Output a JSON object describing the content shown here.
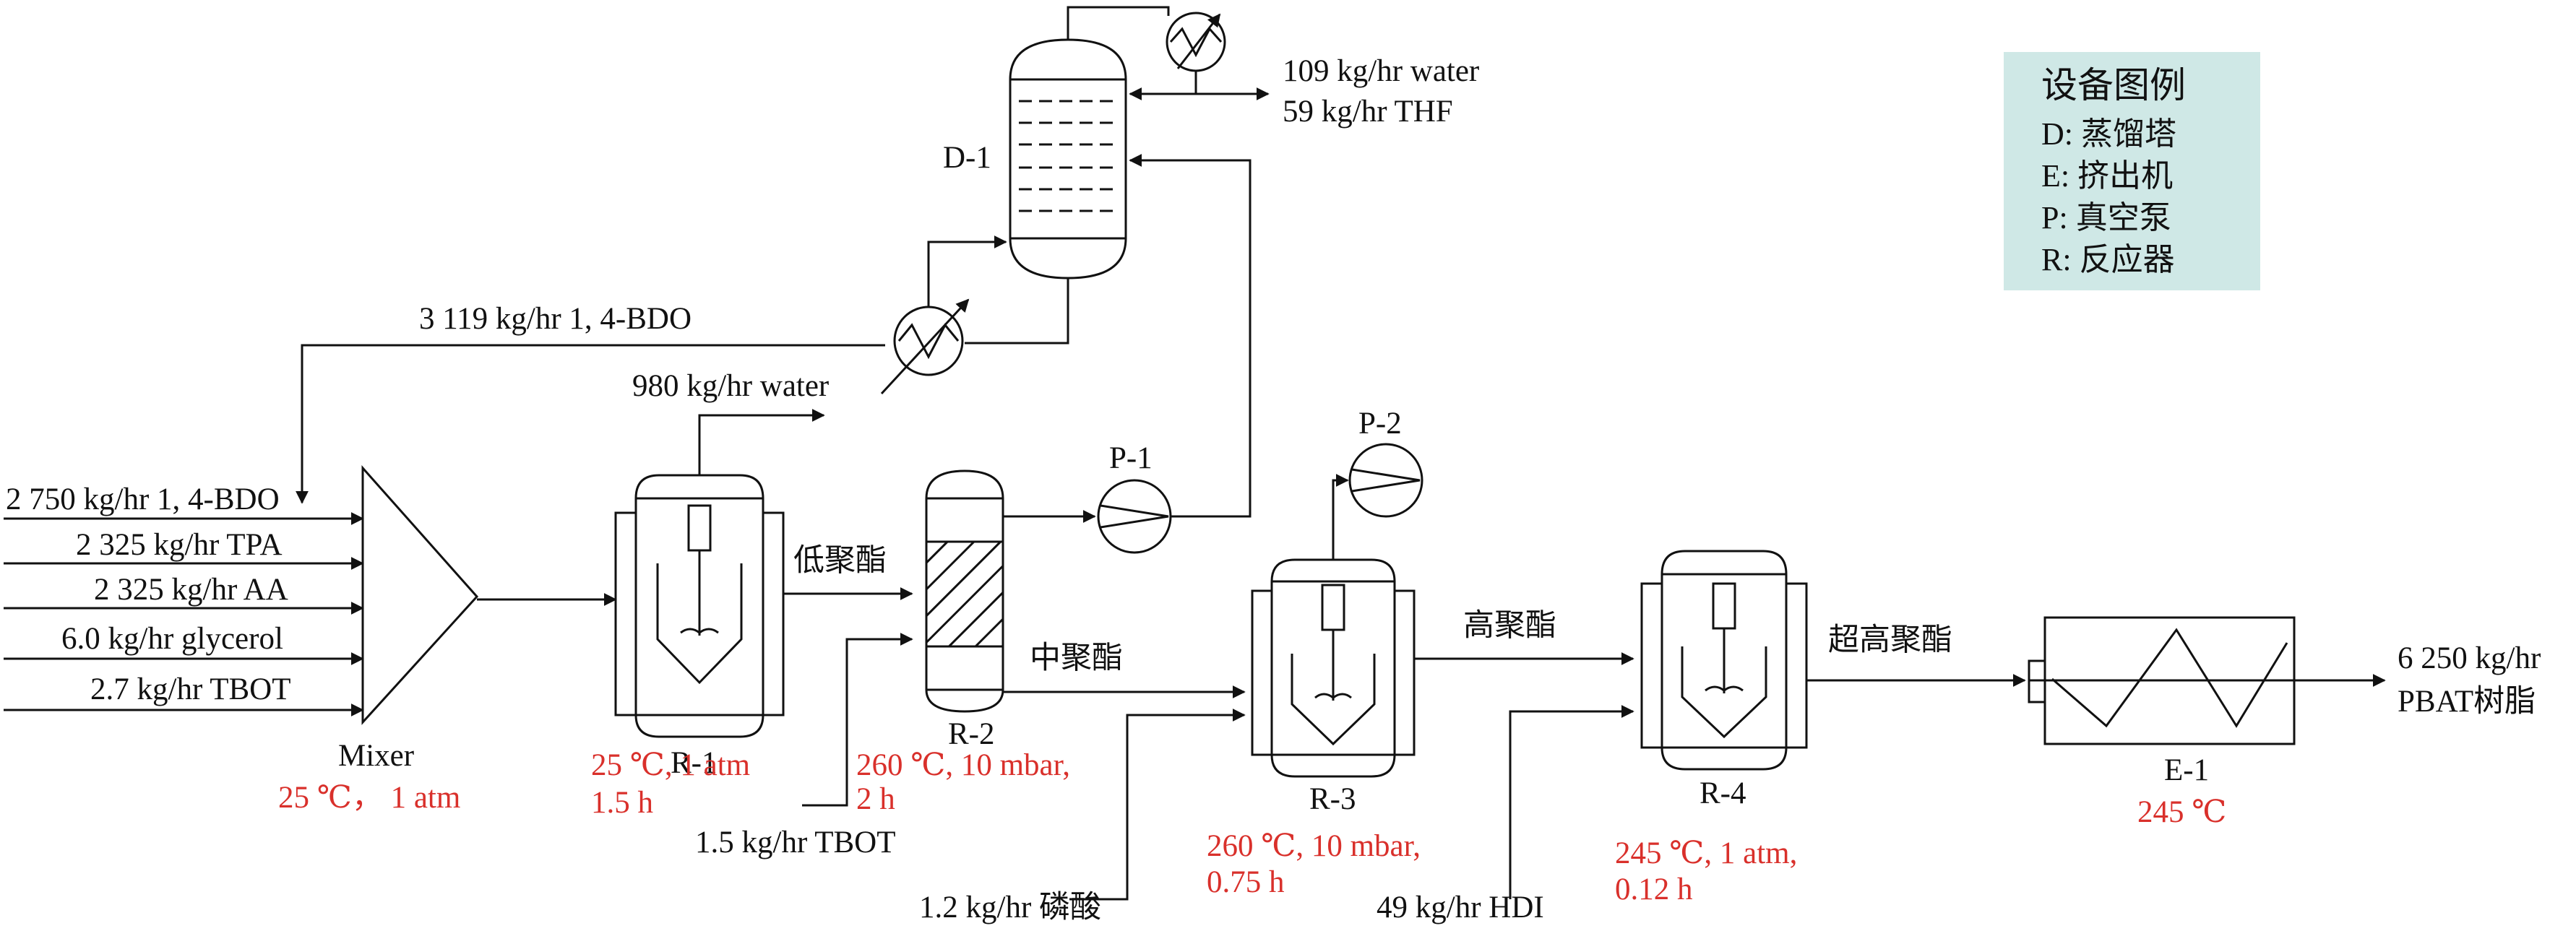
{
  "feeds": {
    "bdo": "2 750 kg/hr 1, 4-BDO",
    "tpa": "2 325 kg/hr TPA",
    "aa": "2 325 kg/hr AA",
    "glycerol": "6.0 kg/hr glycerol",
    "tbot": "2.7 kg/hr TBOT"
  },
  "mixer": {
    "name": "Mixer",
    "cond": "25 ℃， 1 atm"
  },
  "r1": {
    "name": "R-1",
    "cond_line1": "25 ℃, 1 atm",
    "cond_line2": "1.5 h"
  },
  "r2": {
    "name": "R-2",
    "cond_line1": "260 ℃, 10 mbar,",
    "cond_line2": "2 h"
  },
  "r3": {
    "name": "R-3",
    "cond_line1": "260 ℃, 10 mbar,",
    "cond_line2": "0.75 h"
  },
  "r4": {
    "name": "R-4",
    "cond_line1": "245 ℃, 1 atm,",
    "cond_line2": "0.12 h"
  },
  "e1": {
    "name": "E-1",
    "cond": "245 ℃"
  },
  "d1": {
    "name": "D-1"
  },
  "p1": {
    "name": "P-1"
  },
  "p2": {
    "name": "P-2"
  },
  "streams": {
    "bdo_recycle": "3 119 kg/hr 1, 4-BDO",
    "water_out": "980 kg/hr water",
    "top_water": "109 kg/hr water",
    "top_thf": "59 kg/hr THF",
    "low_polyester": "低聚酯",
    "mid_polyester": "中聚酯",
    "high_polyester": "高聚酯",
    "ultra_polyester": "超高聚酯",
    "tbot_feed": "1.5 kg/hr TBOT",
    "phosphoric": "1.2 kg/hr 磷酸",
    "hdi": "49 kg/hr HDI",
    "product_line1": "6 250 kg/hr",
    "product_line2": "PBAT树脂"
  },
  "legend": {
    "title": "设备图例",
    "items": [
      "D: 蒸馏塔",
      "E: 挤出机",
      "P: 真空泵",
      "R: 反应器"
    ]
  },
  "colors": {
    "condition_text": "#d9302b",
    "legend_bg": "#cfe8e6",
    "line": "#111111"
  }
}
